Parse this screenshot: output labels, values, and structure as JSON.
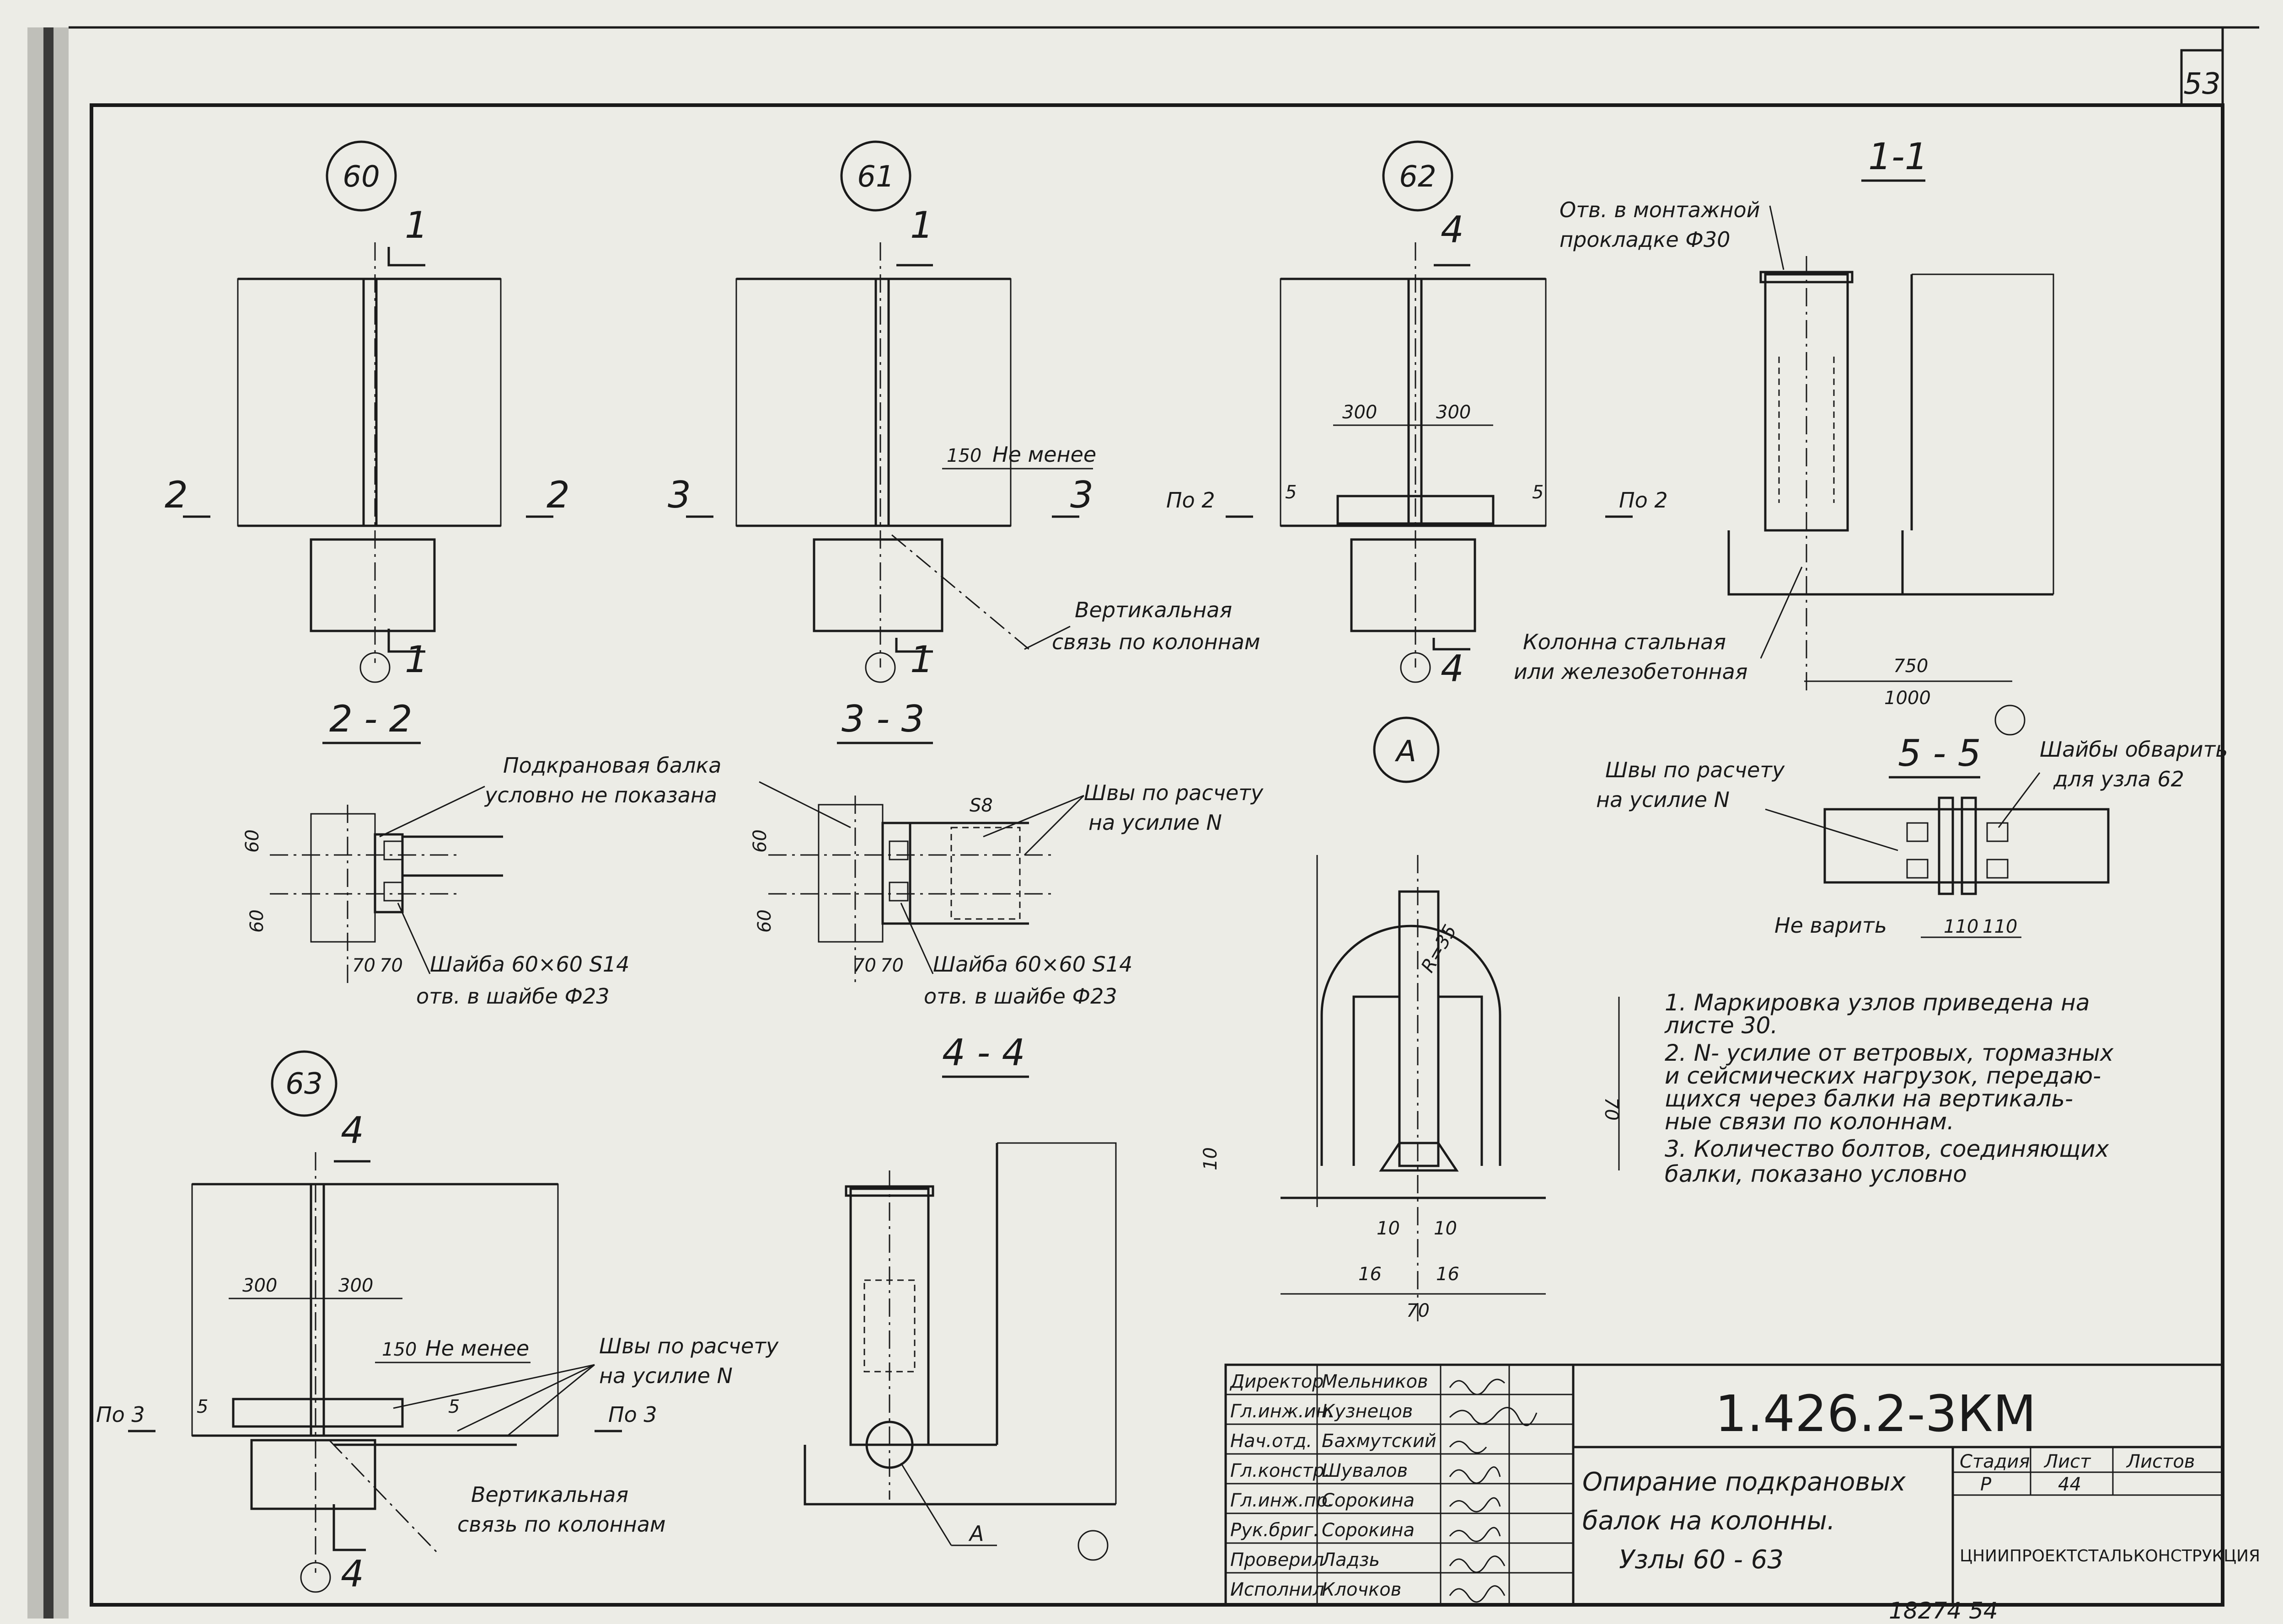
{
  "sheet_number": "53",
  "nodes": [
    "60",
    "61",
    "62",
    "63"
  ],
  "sections": {
    "s11": "1-1",
    "s22": "2 - 2",
    "s33": "3 - 3",
    "s44": "4 - 4",
    "s55": "5 - 5",
    "detailA": "A"
  },
  "cut_marks": {
    "c1": "1",
    "c2": "2",
    "c3": "3",
    "c4": "4",
    "c5": "5",
    "po2": "По 2",
    "po3": "По 3"
  },
  "dimensions": {
    "d300": "300",
    "d150": "150",
    "d60": "60",
    "d70": "70",
    "d10": "10",
    "d16": "16",
    "d750": "750",
    "d1000": "1000",
    "d110": "110",
    "r35": "R=35",
    "s8": "S8"
  },
  "labels": {
    "ne_menee": "Не менее",
    "vert_svyaz_1": "Вертикальная",
    "vert_svyaz_2": "связь по колоннам",
    "otv_1": "Отв. в монтажной",
    "otv_2": "прокладке Ф30",
    "kolonna_1": "Колонна стальная",
    "kolonna_2": "или железобетонная",
    "podkr_1": "Подкрановая балка",
    "podkr_2": "условно не показана",
    "shvy_1": "Швы по расчету",
    "shvy_2": "на усилие N",
    "shayba_1": "Шайба 60×60 S14",
    "shayba_2": "отв. в шайбе Ф23",
    "shayba_ob_1": "Шайбы обварить",
    "shayba_ob_2": "для узла 62",
    "ne_varit": "Не варить"
  },
  "notes": [
    "1. Маркировка узлов приведена на",
    "    листе 30.",
    "2. N- усилие от ветровых, тормазных",
    "    и сейсмических нагрузок, передаю-",
    "    щихся через балки на вертикаль-",
    "    ные связи по колоннам.",
    "3. Количество болтов, соединяющих",
    "    балки, показано условно"
  ],
  "stamp": {
    "roles": [
      "Директор",
      "Гл.инж.ин.",
      "Нач.отд.",
      "Гл.констр.",
      "Гл.инж.пр.",
      "Рук.бриг.",
      "Проверил",
      "Исполнил"
    ],
    "names": [
      "Мельников",
      "Кузнецов",
      "Бахмутский",
      "Шувалов",
      "Сорокина",
      "Сорокина",
      "Ладзь",
      "Клочков"
    ],
    "code": "1.426.2-3КМ",
    "title": [
      "Опирание подкрановых",
      "балок на колонны.",
      "Узлы 60 - 63"
    ],
    "col_headers": [
      "Стадия",
      "Лист",
      "Листов"
    ],
    "stage": "Р",
    "sheet": "44",
    "org": "ЦНИИПРОЕКТСТАЛЬКОНСТРУКЦИЯ"
  },
  "footer_number": "18274  54"
}
